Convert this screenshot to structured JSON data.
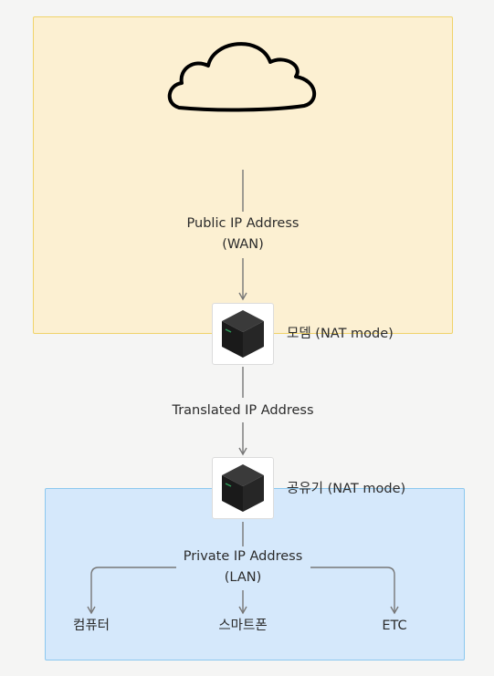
{
  "wan": {
    "cloud_icon": "cloud-icon",
    "public_label_line1": "Public IP Address",
    "public_label_line2": "(WAN)"
  },
  "modem": {
    "icon": "server-cube-icon",
    "label": "모뎀 (NAT mode)"
  },
  "translated_label": "Translated IP Address",
  "router": {
    "icon": "server-cube-icon",
    "label": "공유기 (NAT mode)"
  },
  "lan": {
    "private_label_line1": "Private IP Address",
    "private_label_line2": "(LAN)",
    "endpoints": [
      "컴퓨터",
      "스마트폰",
      "ETC"
    ]
  },
  "colors": {
    "wan_zone_fill": "#fcf0d2",
    "wan_zone_border": "#f0d36a",
    "lan_zone_fill": "#d5e8fb",
    "lan_zone_border": "#8cc8ef",
    "wire": "#777777"
  }
}
